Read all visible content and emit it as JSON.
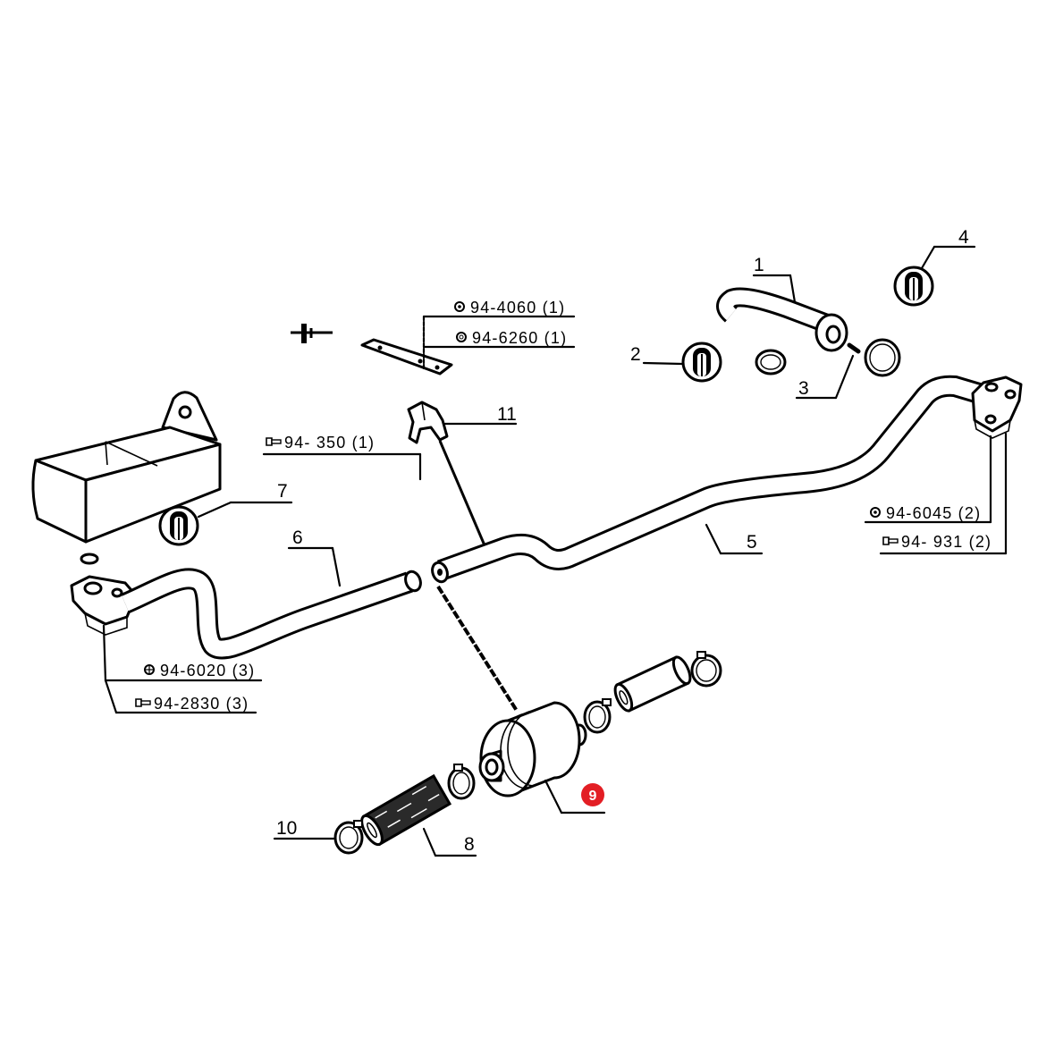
{
  "colors": {
    "line": "#000000",
    "badge": "#e31e24",
    "background": "#ffffff"
  },
  "callouts": {
    "p1": "1",
    "p2": "2",
    "p3": "3",
    "p4": "4",
    "p5": "5",
    "p6": "6",
    "p7": "7",
    "p8": "8",
    "p9": "9",
    "p10": "10",
    "p11": "11"
  },
  "part_refs": [
    {
      "icon": "nut-icon",
      "text": "94-4060 (1)"
    },
    {
      "icon": "washer-icon",
      "text": "94-6260 (1)"
    },
    {
      "icon": "bolt-icon",
      "text": "94- 350 (1)"
    },
    {
      "icon": "nut-icon",
      "text": "94-6045 (2)"
    },
    {
      "icon": "bolt-icon",
      "text": "94- 931 (2)"
    },
    {
      "icon": "nut-icon",
      "text": "94-6020 (3)"
    },
    {
      "icon": "bolt-icon",
      "text": "94-2830 (3)"
    }
  ]
}
